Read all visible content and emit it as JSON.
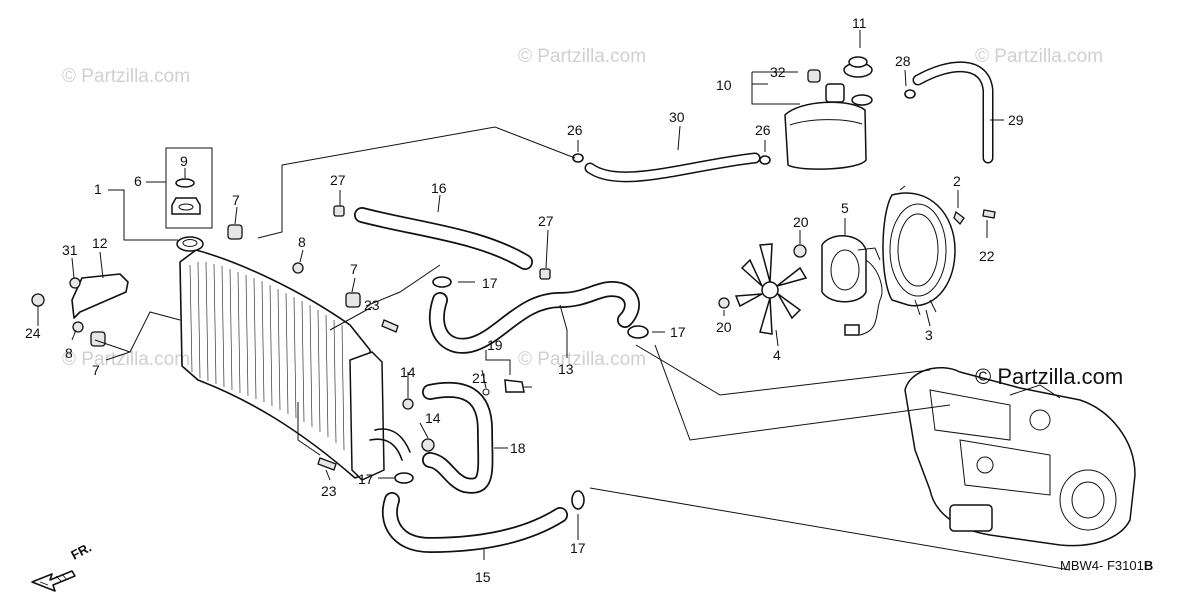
{
  "watermark": "© Partzilla.com",
  "brand": "© Partzilla.com",
  "diagram_code": "MBW4- F3101",
  "diagram_code_suffix": "B",
  "front_marker": "FR.",
  "callouts": {
    "c1": "1",
    "c2": "2",
    "c3": "3",
    "c4": "4",
    "c5": "5",
    "c6": "6",
    "c7a": "7",
    "c7b": "7",
    "c7c": "7",
    "c8a": "8",
    "c8b": "8",
    "c9": "9",
    "c10": "10",
    "c11": "11",
    "c12": "12",
    "c13": "13",
    "c14a": "14",
    "c14b": "14",
    "c15": "15",
    "c16": "16",
    "c17a": "17",
    "c17b": "17",
    "c17c": "17",
    "c17d": "17",
    "c18": "18",
    "c19": "19",
    "c20a": "20",
    "c20b": "20",
    "c21": "21",
    "c22": "22",
    "c23a": "23",
    "c23b": "23",
    "c24": "24",
    "c26a": "26",
    "c26b": "26",
    "c27a": "27",
    "c27b": "27",
    "c28": "28",
    "c29": "29",
    "c30": "30",
    "c31": "31",
    "c32": "32"
  },
  "colors": {
    "ink": "#111111",
    "watermark": "#d0d0d0",
    "background": "#ffffff"
  }
}
